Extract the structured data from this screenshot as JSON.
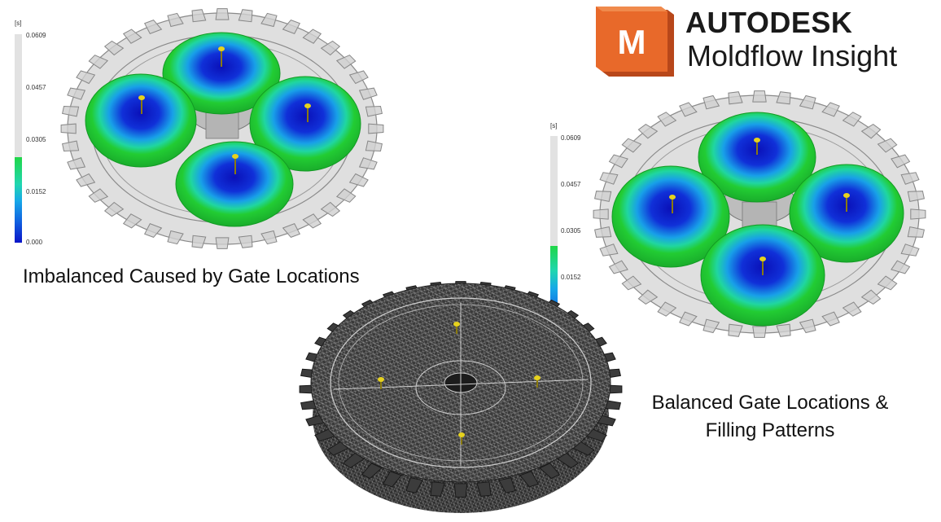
{
  "logo": {
    "letter": "M",
    "brand": "AUTODESK",
    "product": "Moldflow Insight",
    "colors": {
      "orange": "#e8692a",
      "dark_orange": "#b8471a",
      "text": "#1a1a1a"
    }
  },
  "captions": {
    "left": "Imbalanced Caused by Gate Locations",
    "right_line1": "Balanced Gate Locations &",
    "right_line2": "Filling Patterns"
  },
  "legend_left": {
    "unit": "[s]",
    "ticks": [
      "0.0609",
      "0.0457",
      "0.0305",
      "0.0152",
      "0.000"
    ]
  },
  "legend_right": {
    "unit": "[s]",
    "ticks": [
      "0.0609",
      "0.0457",
      "0.0305",
      "0.0152"
    ]
  },
  "colors": {
    "fill_green": "#22cc33",
    "fill_blue": "#1030d0",
    "gate_yellow": "#e6d21e",
    "gear_gray": "#c8c8c8",
    "mesh_dark": "#4a4a4a"
  }
}
